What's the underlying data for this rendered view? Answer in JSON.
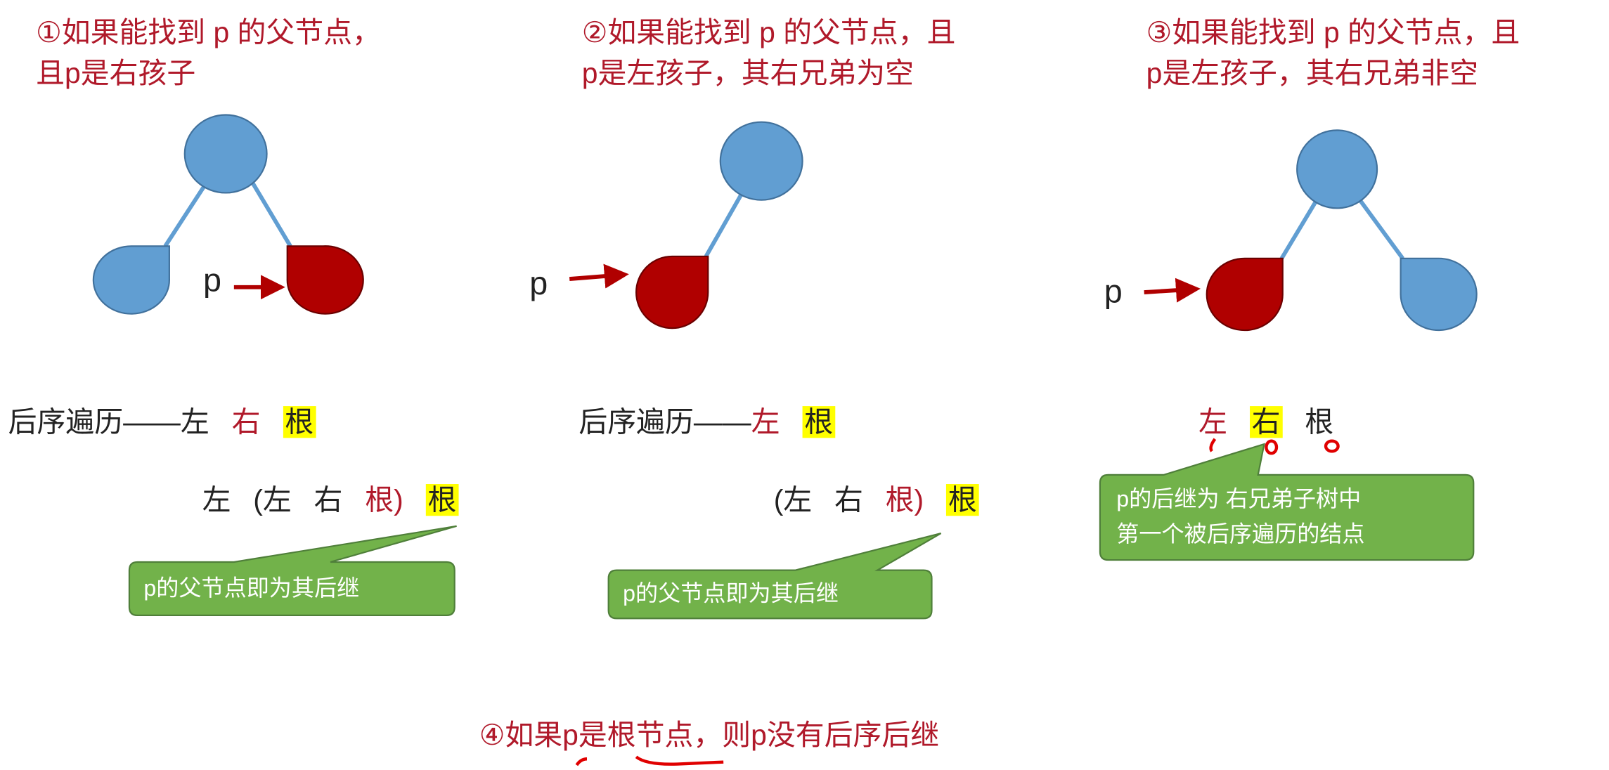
{
  "colors": {
    "node_blue": "#619ed2",
    "node_red": "#b00000",
    "title_red": "#b0192a",
    "highlight": "#ffff00",
    "callout_green": "#72b24a"
  },
  "case1": {
    "title_line1": "①如果能找到 p 的父节点，",
    "title_line2": "且p是右孩子",
    "pointer_label": "p",
    "row1": {
      "prefix": "后序遍历——左",
      "right": "右",
      "root": "根"
    },
    "row2": {
      "left": "左",
      "open": "(左",
      "mid": "右",
      "close_root": "根)",
      "root": "根"
    },
    "callout": "p的父节点即为其后继"
  },
  "case2": {
    "title_line1": "②如果能找到 p 的父节点，且",
    "title_line2": "p是左孩子，其右兄弟为空",
    "pointer_label": "p",
    "row1": {
      "prefix": "后序遍历——",
      "left": "左",
      "root": "根"
    },
    "row2": {
      "open": "(左",
      "mid": "右",
      "close_root": "根)",
      "root": "根"
    },
    "callout": "p的父节点即为其后继"
  },
  "case3": {
    "title_line1": "③如果能找到 p 的父节点，且",
    "title_line2": "p是左孩子，其右兄弟非空",
    "pointer_label": "p",
    "row1": {
      "left": "左",
      "right": "右",
      "root": "根"
    },
    "callout_line1": "p的后继为 右兄弟子树中",
    "callout_line2": "第一个被后序遍历的结点"
  },
  "case4": {
    "text": "④如果p是根节点，则p没有后序后继"
  }
}
